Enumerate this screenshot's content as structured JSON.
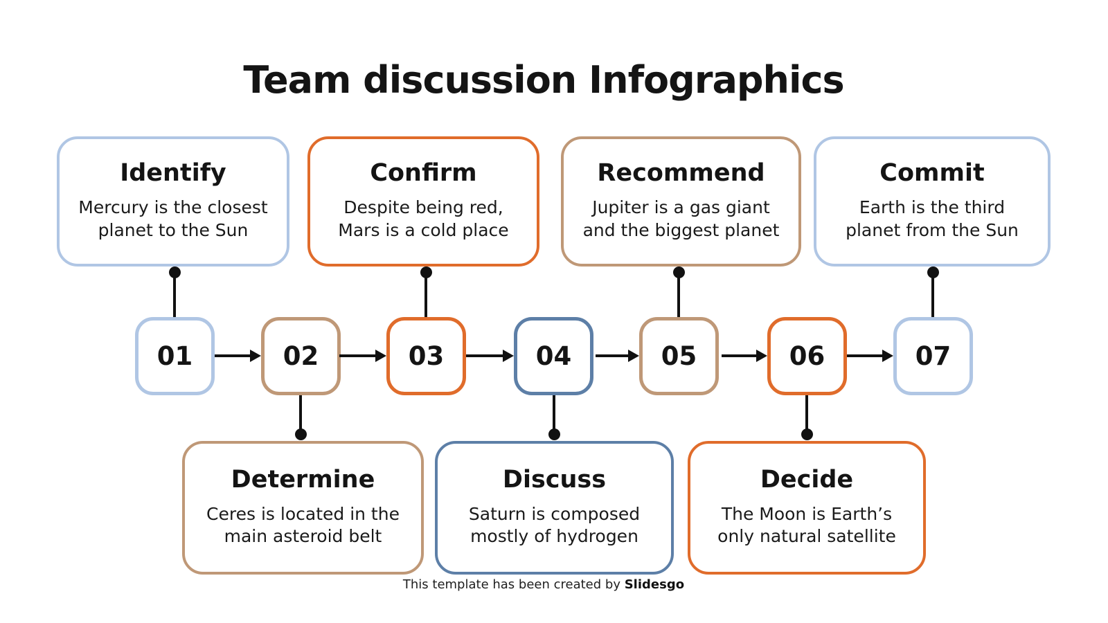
{
  "title": "Team discussion Infographics",
  "colors": {
    "lightblue": "#B0C6E4",
    "tan": "#BF9877",
    "orange": "#E06C2B",
    "steelblue": "#5D7FA7",
    "connector": "#111111"
  },
  "steps": [
    {
      "number": "01",
      "color": "lightblue",
      "card": {
        "position": "top",
        "color": "lightblue",
        "title": "Identify",
        "body": "Mercury is the closest\nplanet to the Sun"
      }
    },
    {
      "number": "02",
      "color": "tan",
      "card": {
        "position": "bottom",
        "color": "tan",
        "title": "Determine",
        "body": "Ceres is located in the\nmain asteroid belt"
      }
    },
    {
      "number": "03",
      "color": "orange",
      "card": {
        "position": "top",
        "color": "orange",
        "title": "Confirm",
        "body": "Despite being red,\nMars is a cold place"
      }
    },
    {
      "number": "04",
      "color": "steelblue",
      "card": {
        "position": "bottom",
        "color": "steelblue",
        "title": "Discuss",
        "body": "Saturn is composed\nmostly of hydrogen"
      }
    },
    {
      "number": "05",
      "color": "tan",
      "card": {
        "position": "top",
        "color": "tan",
        "title": "Recommend",
        "body": "Jupiter is a gas giant\nand the biggest planet"
      }
    },
    {
      "number": "06",
      "color": "orange",
      "card": {
        "position": "bottom",
        "color": "orange",
        "title": "Decide",
        "body": "The Moon is Earth’s\nonly natural satellite"
      }
    },
    {
      "number": "07",
      "color": "lightblue",
      "card": {
        "position": "top",
        "color": "lightblue",
        "title": "Commit",
        "body": "Earth is the third\nplanet from the Sun"
      }
    }
  ],
  "footer": {
    "text": "This template has been created by",
    "brand": "Slidesgo"
  }
}
